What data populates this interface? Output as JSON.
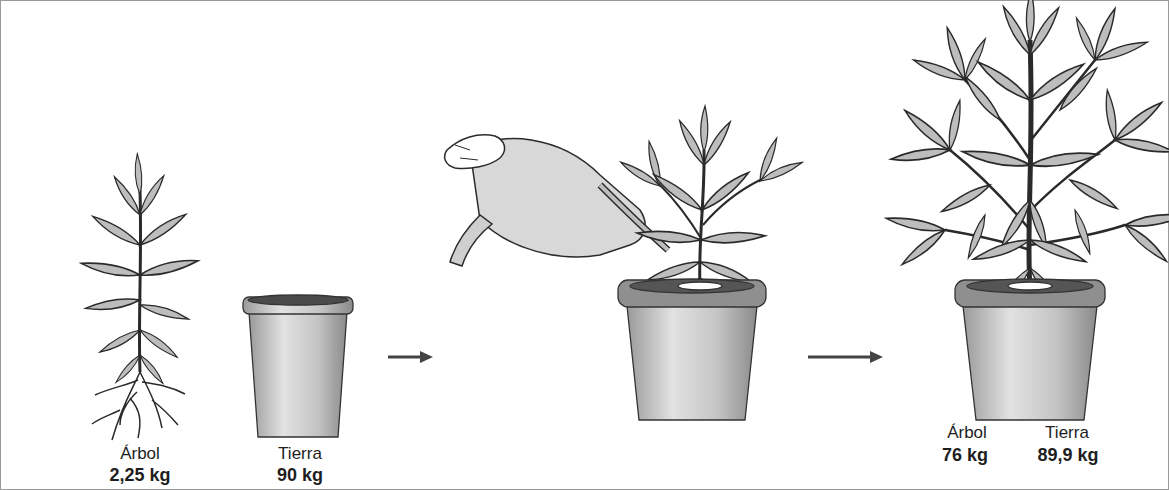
{
  "diagram": {
    "labels": [
      "Árbol",
      "2,25 kg",
      "Tierra",
      "90 kg",
      "Árbol",
      "76 kg",
      "Tierra",
      "89,9 kg"
    ]
  }
}
